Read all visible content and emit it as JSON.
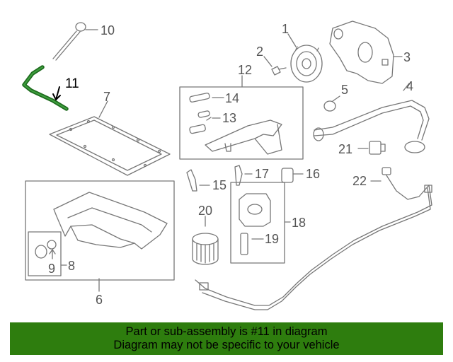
{
  "colors": {
    "banner_bg": "#2e7d0e",
    "highlight_part": "#1e6b1e",
    "line_art": "#777777",
    "callout_text": "#555555"
  },
  "diagram": {
    "highlighted_part": "11",
    "callouts": {
      "c1": "1",
      "c2": "2",
      "c3": "3",
      "c4": "4",
      "c5": "5",
      "c6": "6",
      "c7": "7",
      "c8": "8",
      "c9": "9",
      "c10": "10",
      "c11": "11",
      "c12": "12",
      "c13": "13",
      "c14": "14",
      "c15": "15",
      "c16": "16",
      "c17": "17",
      "c18": "18",
      "c19": "19",
      "c20": "20",
      "c21": "21",
      "c22": "22"
    }
  },
  "banner": {
    "line1": "Part or sub-assembly is #11 in diagram",
    "line2": "Diagram may not be specific to your vehicle"
  }
}
